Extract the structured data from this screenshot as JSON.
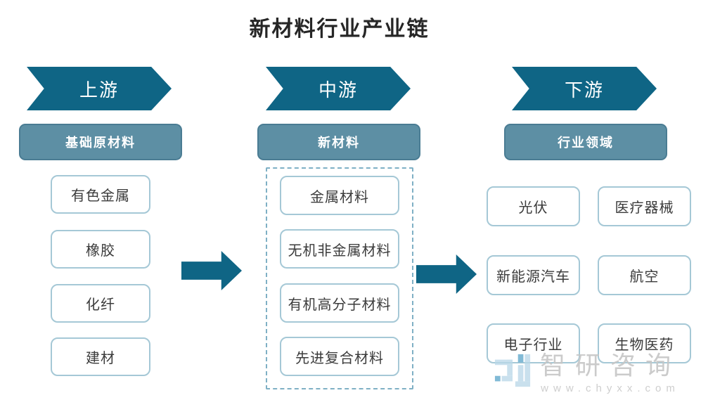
{
  "title": "新材料行业产业链",
  "colors": {
    "stage_arrow_fill": "#0f6585",
    "category_fill": "#5d8fa4",
    "category_border": "#4a7c93",
    "item_border": "#a5c8d6",
    "dashed_border": "#7fb0c5",
    "title_text": "#262626",
    "item_text": "#3b3b3b",
    "watermark_text": "#c6c6c6",
    "watermark_logo_light": "#b9d8e8",
    "watermark_logo_dark": "#5ba6c9"
  },
  "upstream": {
    "stage_label": "上游",
    "category_label": "基础原材料",
    "items": [
      "有色金属",
      "橡胶",
      "化纤",
      "建材"
    ]
  },
  "midstream": {
    "stage_label": "中游",
    "category_label": "新材料",
    "items": [
      "金属材料",
      "无机非金属材料",
      "有机高分子材料",
      "先进复合材料"
    ]
  },
  "downstream": {
    "stage_label": "下游",
    "category_label": "行业领域",
    "items": [
      "光伏",
      "医疗器械",
      "新能源汽车",
      "航空",
      "电子行业",
      "生物医药"
    ]
  },
  "watermark": {
    "brand": "智研咨询",
    "url": "www.chyxx.com",
    "logo_icon": "zhiyan-logo"
  }
}
